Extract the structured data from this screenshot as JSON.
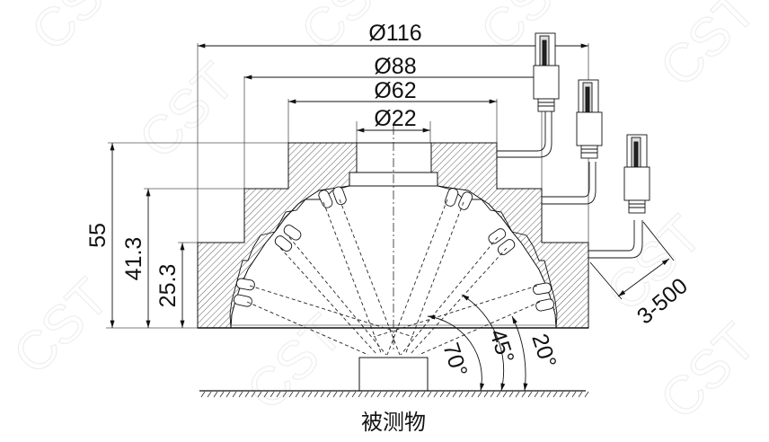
{
  "drawing": {
    "type": "technical-drawing",
    "subject": "multi-angle ring light cross-section",
    "watermark": "CST",
    "diameters": [
      {
        "id": "d116",
        "label": "Ø116"
      },
      {
        "id": "d88",
        "label": "Ø88"
      },
      {
        "id": "d62",
        "label": "Ø62"
      },
      {
        "id": "d22",
        "label": "Ø22"
      }
    ],
    "heights": [
      {
        "id": "h55",
        "label": "55"
      },
      {
        "id": "h41",
        "label": "41.3"
      },
      {
        "id": "h25",
        "label": "25.3"
      }
    ],
    "angles": [
      {
        "id": "a70",
        "label": "70°"
      },
      {
        "id": "a45",
        "label": "45°"
      },
      {
        "id": "a20",
        "label": "20°"
      }
    ],
    "cable_length": {
      "label": "3-500"
    },
    "object_label": "被测物",
    "colors": {
      "line": "#1a1a1a",
      "hatch": "#333333",
      "background": "#ffffff",
      "watermark": "#eeeeee"
    }
  }
}
